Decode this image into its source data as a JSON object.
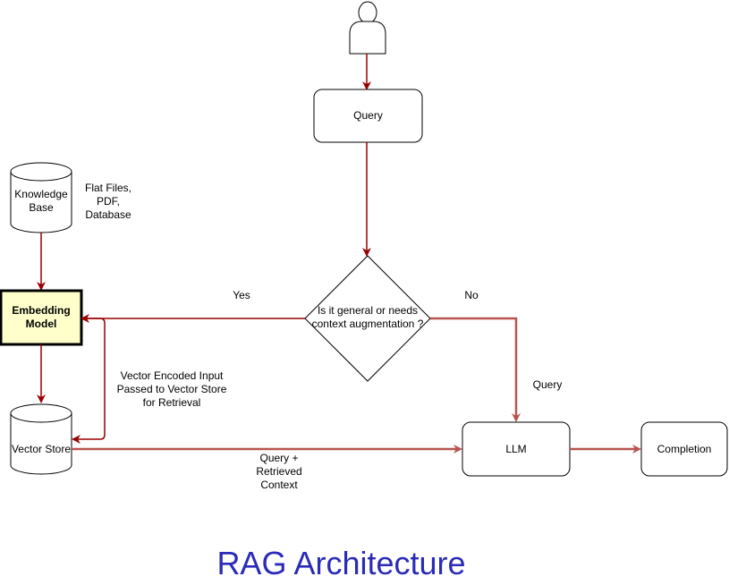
{
  "title": "RAG Architecture",
  "colors": {
    "title": "#2b2bb8",
    "arrow_primary": "#990000",
    "arrow_secondary": "#b85450",
    "node_stroke": "#000000",
    "embedding_fill": "#ffffcc"
  },
  "nodes": {
    "user": {
      "icon": "user-icon"
    },
    "query": "Query",
    "knowledge_base": "Knowledge\nBase",
    "embedding_model": "Embedding\nModel",
    "vector_store": "Vector Store",
    "decision": "Is it general or needs\ncontext augmentation ?",
    "llm": "LLM",
    "completion": "Completion"
  },
  "labels": {
    "sources": "Flat Files,\nPDF,\nDatabase",
    "yes": "Yes",
    "no": "No",
    "vector_encoded": "Vector Encoded Input\nPassed to Vector Store\nfor Retrieval",
    "query_to_llm": "Query",
    "query_retrieved": "Query +\nRetrieved\nContext"
  }
}
